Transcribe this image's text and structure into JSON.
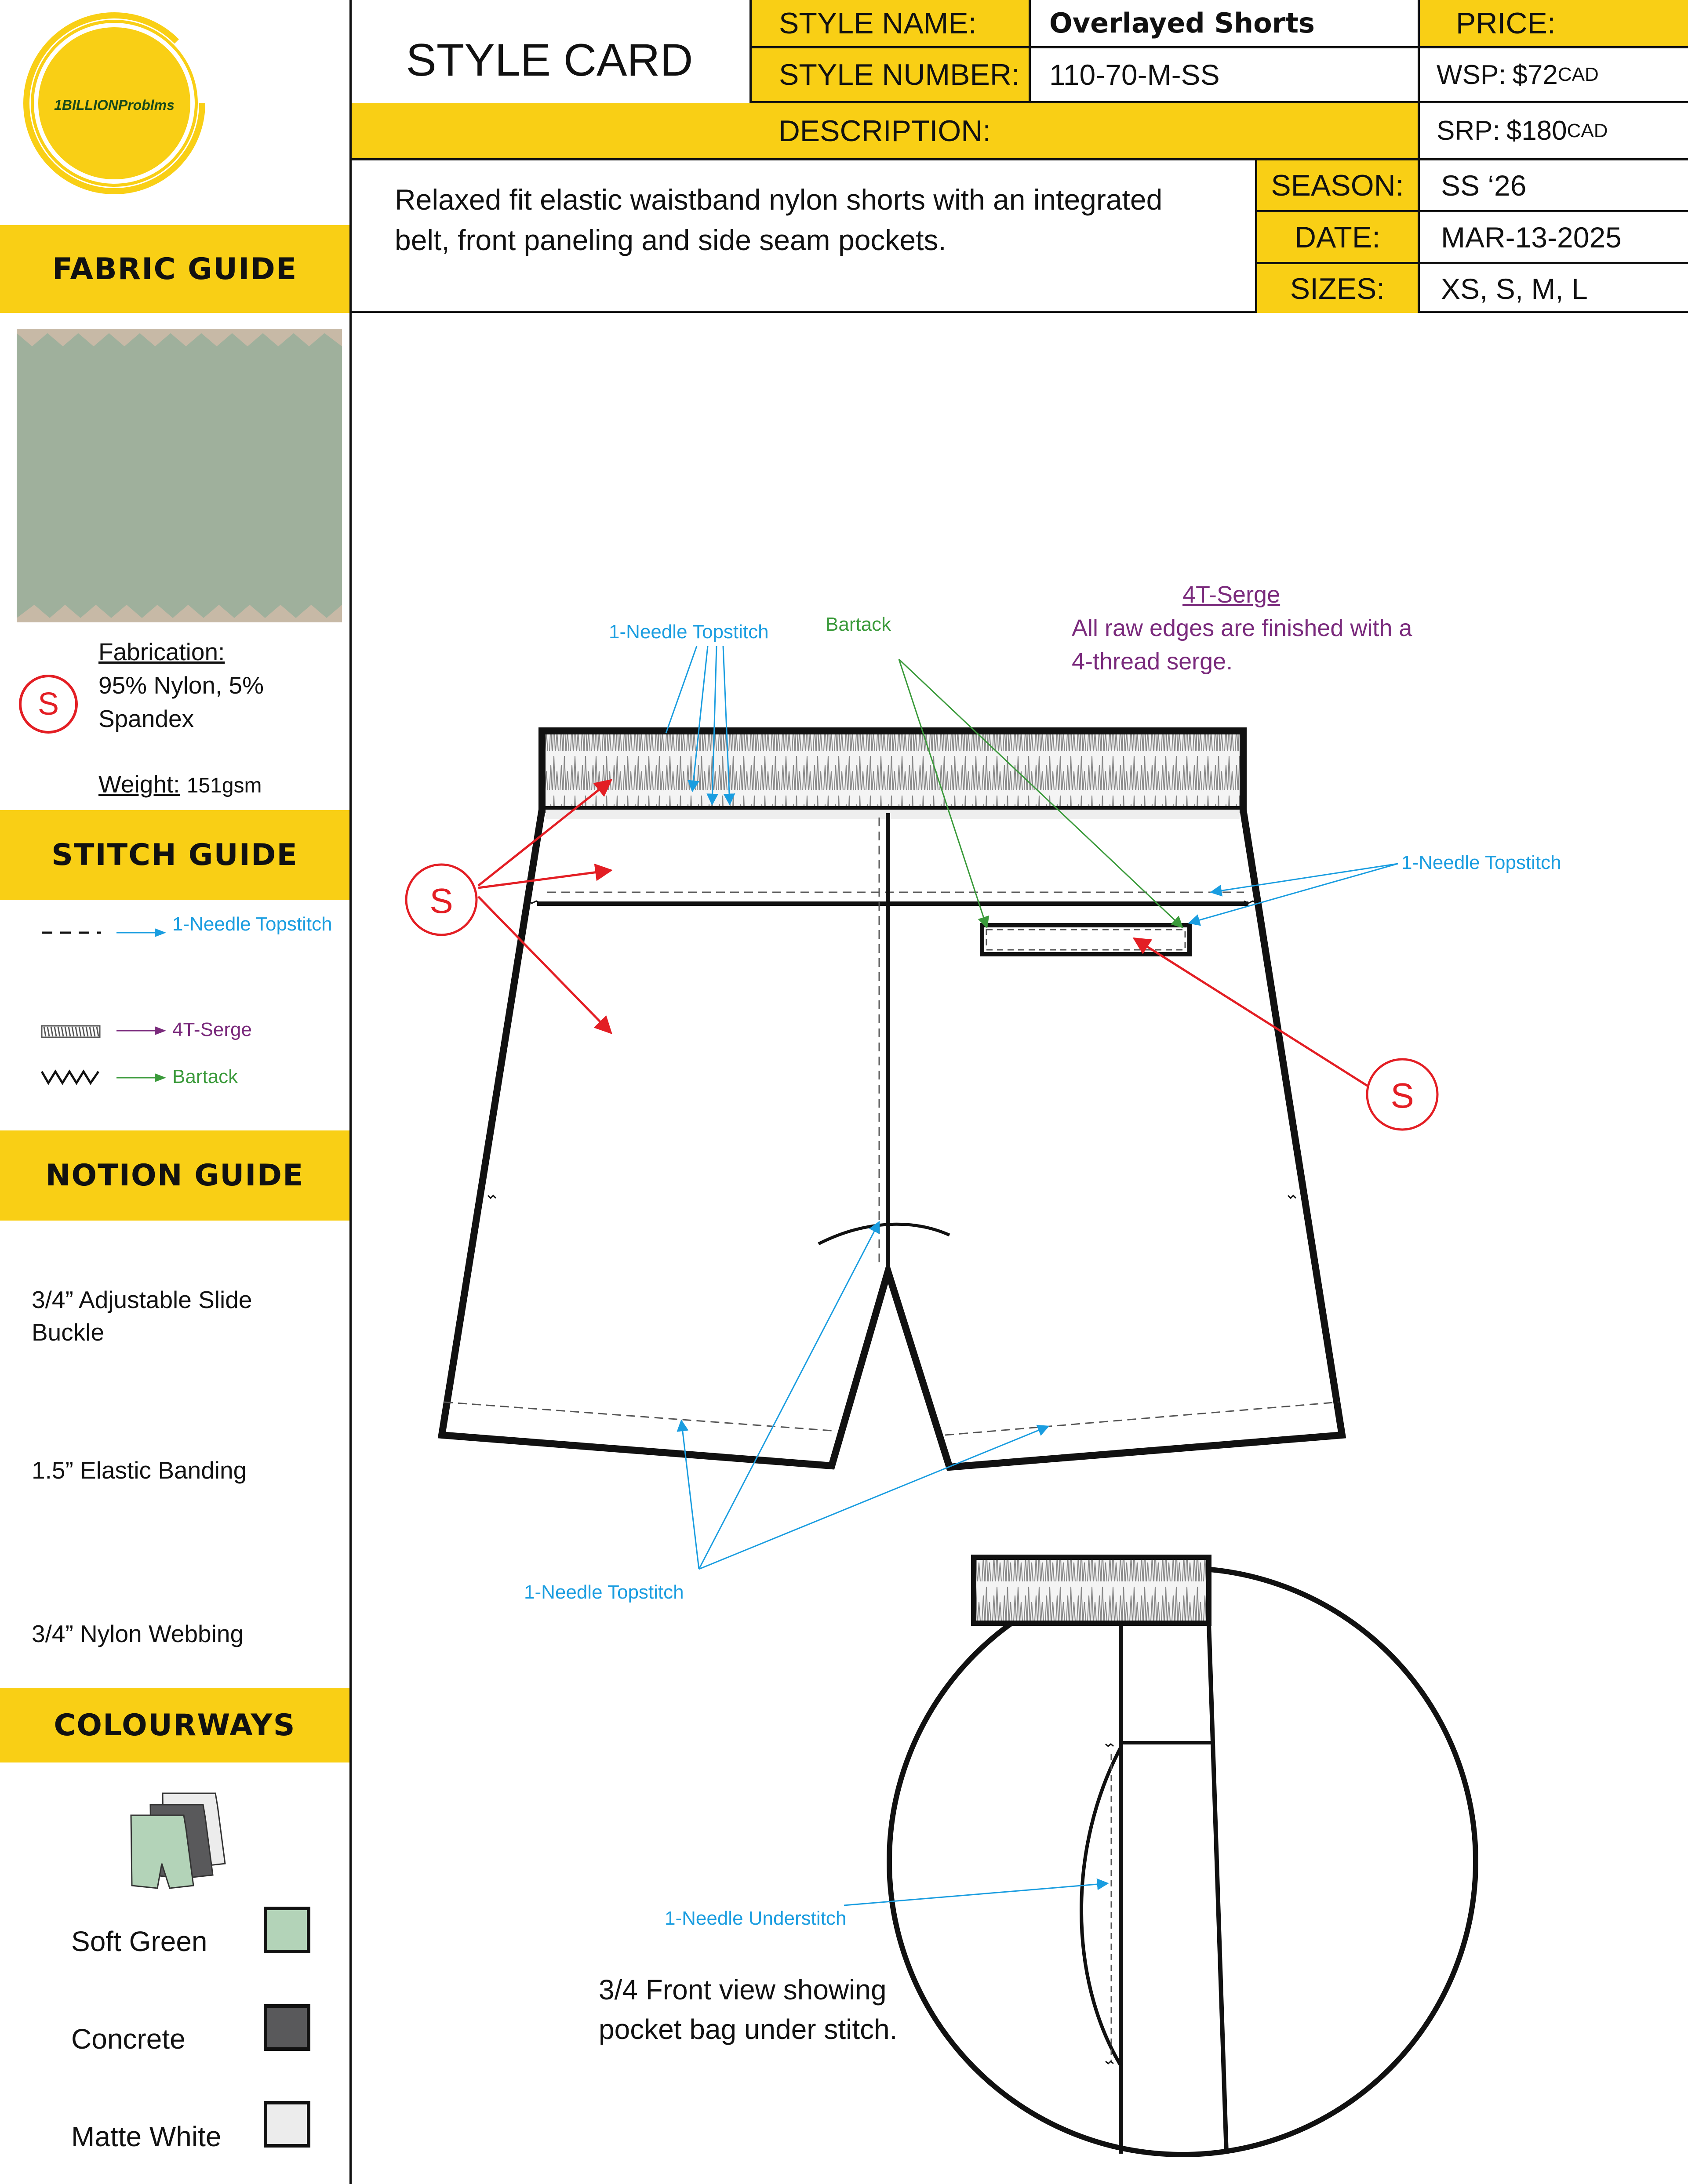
{
  "brand": {
    "logo_text": "1BILLIONProblms",
    "logo_color": "#f9cf15"
  },
  "header": {
    "title": "STYLE CARD",
    "style_name_label": "STYLE NAME:",
    "style_name_value": "Overlayed Shorts",
    "style_number_label": "STYLE NUMBER:",
    "style_number_value": "110-70-M-SS",
    "price_label": "PRICE:",
    "wsp_label": "WSP:",
    "wsp_value": "$72",
    "wsp_unit": "CAD",
    "srp_label": "SRP:",
    "srp_value": "$180",
    "srp_unit": "CAD",
    "description_label": "DESCRIPTION:",
    "description_text": "Relaxed fit elastic waistband nylon shorts with an integrated belt, front paneling and side seam pockets.",
    "season_label": "SEASON:",
    "season_value": "SS ‘26",
    "date_label": "DATE:",
    "date_value": "MAR-13-2025",
    "sizes_label": "SIZES:",
    "sizes_value": "XS, S, M, L"
  },
  "fabric_guide": {
    "title": "FABRIC GUIDE",
    "swatch_color": "#9fb09c",
    "marker": "S",
    "fabrication_label": "Fabrication:",
    "fabrication_value_line1": "95% Nylon, 5%",
    "fabrication_value_line2": "Spandex",
    "weight_label": "Weight:",
    "weight_value": "151gsm"
  },
  "stitch_guide": {
    "title": "STITCH GUIDE",
    "items": [
      {
        "symbol": "dashed-line",
        "label": "1-Needle Topstitch",
        "color": "#1a9de0"
      },
      {
        "symbol": "serge",
        "label": "4T-Serge",
        "color": "#7a2a7c"
      },
      {
        "symbol": "zigzag",
        "label": "Bartack",
        "color": "#3a9a3a"
      }
    ]
  },
  "notion_guide": {
    "title": "NOTION GUIDE",
    "items": [
      {
        "label": "3/4” Adjustable Slide Buckle"
      },
      {
        "label": "1.5” Elastic Banding"
      },
      {
        "label": "3/4” Nylon Webbing"
      }
    ]
  },
  "colourways": {
    "title": "COLOURWAYS",
    "items": [
      {
        "label": "Soft Green",
        "color": "#b3d3b8"
      },
      {
        "label": "Concrete",
        "color": "#59595b"
      },
      {
        "label": "Matte White",
        "color": "#ececec"
      }
    ]
  },
  "annotations": {
    "topstitch_waist": "1-Needle Topstitch",
    "bartack": "Bartack",
    "serge_title": "4T-Serge",
    "serge_note_line1": "All raw edges are finished with a",
    "serge_note_line2": "4-thread serge.",
    "topstitch_side": "1-Needle Topstitch",
    "topstitch_hem": "1-Needle Topstitch",
    "understitch": "1-Needle Understitch",
    "detail_caption_line1": "3/4 Front view showing",
    "detail_caption_line2": "pocket bag under stitch.",
    "marker_symbol": "S",
    "colors": {
      "red": "#e31e24",
      "blue": "#1a9de0",
      "green": "#3a9a3a",
      "purple": "#7a2a7c"
    }
  }
}
